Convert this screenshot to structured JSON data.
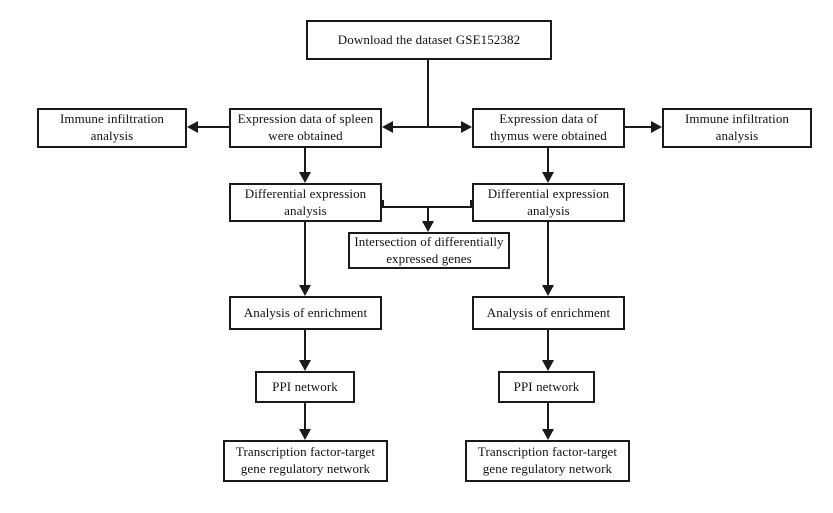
{
  "diagram": {
    "title": "Bioinformatics analysis workflow flowchart",
    "background_color": "#ffffff",
    "line_color": "#1a1a1a",
    "text_color": "#111111",
    "nodes": {
      "download": "Download the dataset GSE152382",
      "immune_left": "Immune infiltration analysis",
      "spleen": "Expression data of spleen were obtained",
      "thymus": "Expression data of thymus were obtained",
      "immune_right": "Immune infiltration analysis",
      "deg_left": "Differential expression analysis",
      "deg_right": "Differential expression analysis",
      "intersection": "Intersection of differentially expressed genes",
      "enrichment_left": "Analysis of enrichment",
      "enrichment_right": "Analysis of enrichment",
      "ppi_left": "PPI network",
      "ppi_right": "PPI network",
      "tf_left": "Transcription factor-target gene regulatory network",
      "tf_right": "Transcription factor-target gene regulatory network"
    },
    "node_lines": {
      "download": [
        "Download the dataset GSE152382"
      ],
      "immune_left_1": "Immune infiltration",
      "immune_left_2": "analysis",
      "spleen_1": "Expression data of spleen",
      "spleen_2": "were obtained",
      "thymus_1": "Expression data of",
      "thymus_2": "thymus were obtained",
      "immune_right_1": "Immune infiltration",
      "immune_right_2": "analysis",
      "deg_left_1": "Differential expression",
      "deg_left_2": "analysis",
      "deg_right_1": "Differential expression",
      "deg_right_2": "analysis",
      "intersection_1": "Intersection of differentially",
      "intersection_2": "expressed genes",
      "enrichment_left_1": "Analysis of enrichment",
      "enrichment_right_1": "Analysis of enrichment",
      "ppi_left_1": "PPI network",
      "ppi_right_1": "PPI network",
      "tf_left_1": "Transcription factor-target",
      "tf_left_2": "gene regulatory network",
      "tf_right_1": "Transcription factor-target",
      "tf_right_2": "gene regulatory network"
    },
    "edges": [
      {
        "from": "download",
        "to": "spleen",
        "label": ""
      },
      {
        "from": "download",
        "to": "thymus",
        "label": ""
      },
      {
        "from": "spleen",
        "to": "immune_left",
        "label": ""
      },
      {
        "from": "thymus",
        "to": "immune_right",
        "label": ""
      },
      {
        "from": "spleen",
        "to": "deg_left",
        "label": ""
      },
      {
        "from": "thymus",
        "to": "deg_right",
        "label": ""
      },
      {
        "from": "deg_left",
        "to": "intersection",
        "label": ""
      },
      {
        "from": "deg_right",
        "to": "intersection",
        "label": ""
      },
      {
        "from": "deg_left",
        "to": "enrichment_left",
        "label": ""
      },
      {
        "from": "deg_right",
        "to": "enrichment_right",
        "label": ""
      },
      {
        "from": "enrichment_left",
        "to": "ppi_left",
        "label": ""
      },
      {
        "from": "enrichment_right",
        "to": "ppi_right",
        "label": ""
      },
      {
        "from": "ppi_left",
        "to": "tf_left",
        "label": ""
      },
      {
        "from": "ppi_right",
        "to": "tf_right",
        "label": ""
      }
    ]
  }
}
